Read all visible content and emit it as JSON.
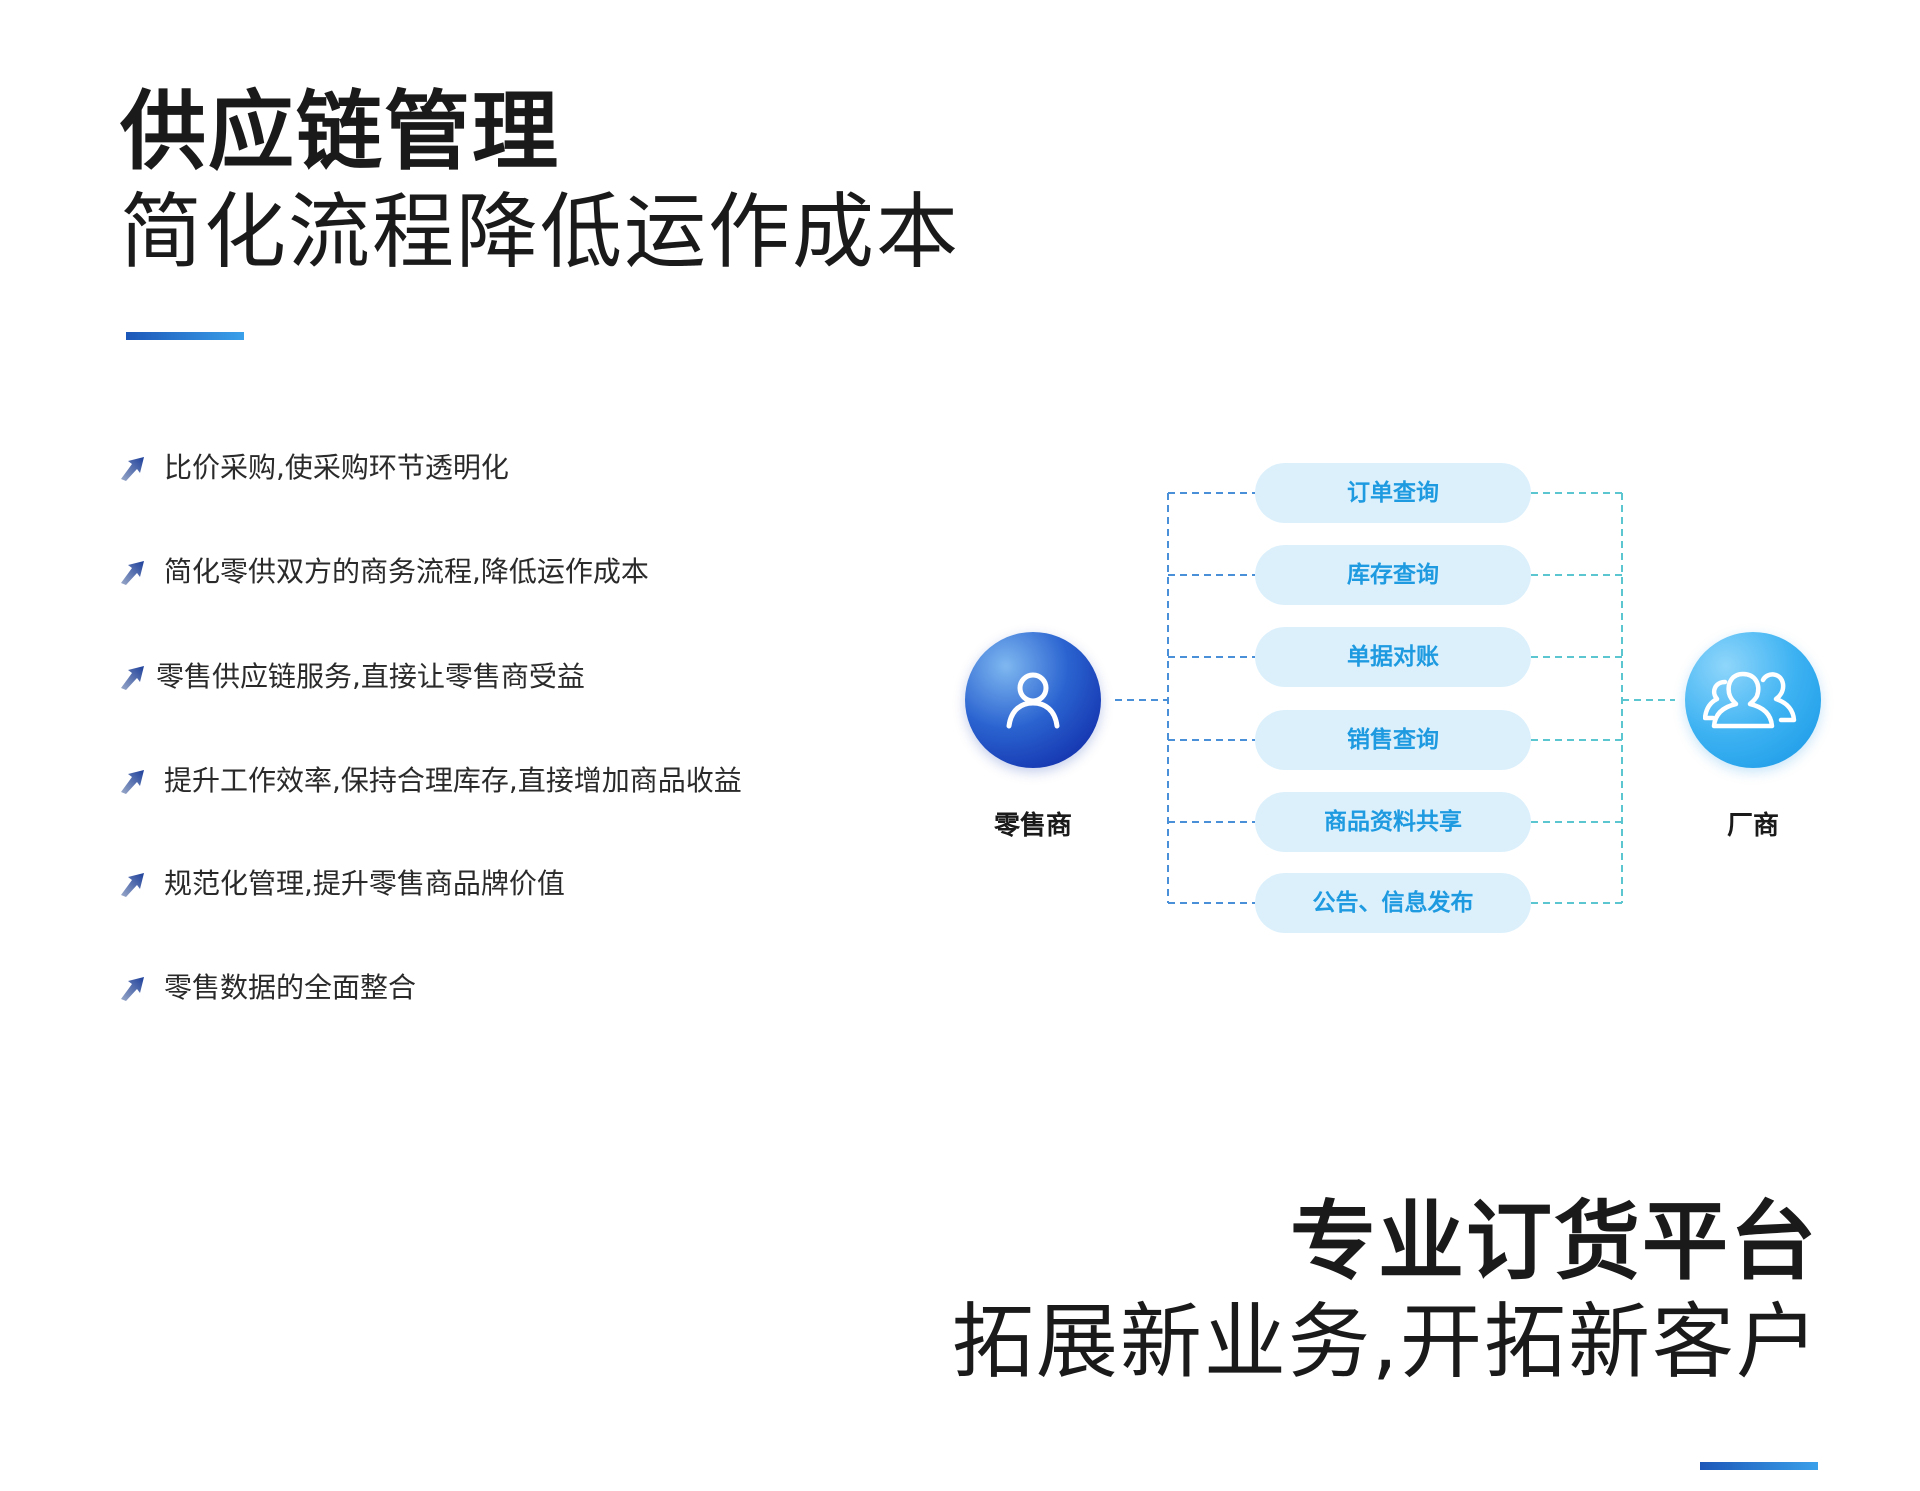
{
  "section1": {
    "title_bold": "供应链管理",
    "title_light": "简化流程降低运作成本",
    "features": [
      "比价采购,使采购环节透明化",
      "简化零供双方的商务流程,降低运作成本",
      "零售供应链服务,直接让零售商受益",
      "提升工作效率,保持合理库存,直接增加商品收益",
      "规范化管理,提升零售商品牌价值",
      "零售数据的全面整合"
    ],
    "feature_icon": "arrow-up-right-icon"
  },
  "diagram": {
    "left_node": {
      "label": "零售商",
      "icon": "user-icon",
      "color": "#0b1fa0"
    },
    "right_node": {
      "label": "厂商",
      "icon": "users-icon",
      "color": "#1596e5"
    },
    "items": [
      "订单查询",
      "库存查询",
      "单据对账",
      "销售查询",
      "商品资料共享",
      "公告、信息发布"
    ],
    "pill_color": "#dcf0fc",
    "pill_text_color": "#1e9ae0",
    "line_left_color": "#4a90d9",
    "line_right_color": "#5cc6d0"
  },
  "section2": {
    "title_bold": "专业订货平台",
    "title_light": "拓展新业务,开拓新客户"
  },
  "accent": {
    "from": "#1c57b8",
    "to": "#3aa0ea"
  }
}
